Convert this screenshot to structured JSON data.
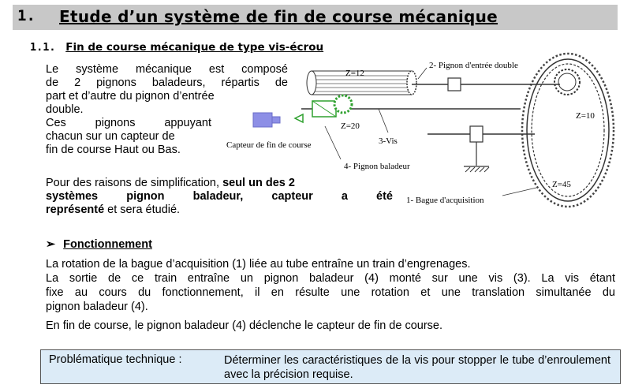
{
  "section": {
    "number": "1.",
    "title": "Etude d’un système de fin de course mécanique"
  },
  "subsection": {
    "number": "1.1.",
    "title": "Fin de course mécanique de type vis-écrou"
  },
  "intro_lines": [
    "Le système mécanique est composé",
    "de 2 pignons baladeurs, répartis de",
    "part et d’autre du pignon d’entrée",
    "double.",
    "Ces pignons appuyant",
    "chacun sur un capteur de",
    "fin de course Haut ou Bas."
  ],
  "simplification": {
    "line1_normal": "Pour des raisons de simplification, ",
    "line1_bold": "seul un des 2",
    "line2_bold": "systèmes pignon baladeur, capteur a été",
    "line3_bold": "représenté",
    "line3_normal": " et sera étudié."
  },
  "diagram_labels": {
    "z12": "Z=12",
    "z20": "Z=20",
    "z10": "Z=10",
    "z45": "Z=45",
    "pignon_entree": "2- Pignon d'entrée double",
    "capteur": "Capteur de fin de course",
    "vis": "3-Vis",
    "pignon_baladeur": "4- Pignon baladeur",
    "bague": "1- Bague d'acquisition"
  },
  "fonctionnement": {
    "bullet": "➢",
    "heading": "Fonctionnement",
    "lines": [
      "La rotation de la bague d’acquisition (1) liée au tube entraîne un train d’engrenages.",
      "La sortie de ce train entraîne un pignon baladeur (4) monté sur une vis (3). La vis étant",
      "fixe au cours du fonctionnement, il en résulte une rotation et une translation simultanée du",
      "pignon baladeur (4).",
      "En fin de course, le pignon baladeur (4) déclenche le capteur de fin de course."
    ]
  },
  "problematique": {
    "label": "Problématique technique :",
    "text": "Déterminer les caractéristiques de la vis pour stopper le tube d’enroulement avec la précision requise."
  },
  "colors": {
    "header_bg": "#c8c8c8",
    "box_bg": "#dcebf7",
    "sensor_blue": "#8d8fe6",
    "gear_green": "#2fa12f"
  }
}
